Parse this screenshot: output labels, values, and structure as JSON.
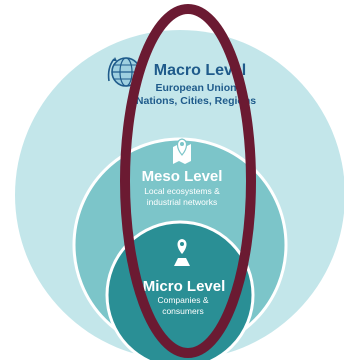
{
  "colors": {
    "background": "#ffffff",
    "macro_fill": "#c3e6ea",
    "meso_fill": "#7cc5c9",
    "micro_fill": "#2a8f95",
    "ring_stroke": "#ffffff",
    "dark_text": "#1f5b8b",
    "light_text": "#ffffff",
    "highlight_oval": "#6b1a32"
  },
  "levels": {
    "macro": {
      "title": "Macro Level",
      "line1": "European Union",
      "line2": "Nations, Cities, Regions",
      "icon": "globe-icon"
    },
    "meso": {
      "title": "Meso Level",
      "line1": "Local ecosystems &",
      "line2": "industrial networks",
      "icon": "map-pin-icon"
    },
    "micro": {
      "title": "Micro Level",
      "line1": "Companies &",
      "line2": "consumers",
      "icon": "person-pin-icon"
    }
  }
}
